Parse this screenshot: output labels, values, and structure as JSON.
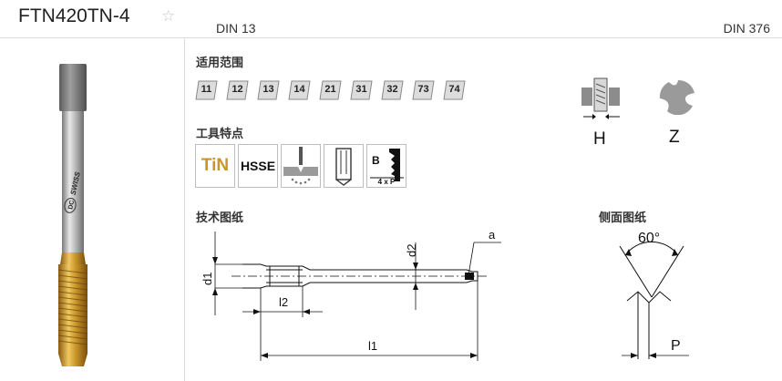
{
  "header": {
    "title": "FTN420TN-4",
    "favorite_icon": "star-outline-icon",
    "standard_left": "DIN 13",
    "standard_right": "DIN 376"
  },
  "product_image": {
    "brand_lettering": "DC SWISS"
  },
  "application": {
    "heading": "适用范围",
    "codes": [
      "11",
      "12",
      "13",
      "14",
      "21",
      "31",
      "32",
      "73",
      "74"
    ]
  },
  "machining": {
    "h_label": "H",
    "z_label": "Z"
  },
  "features": {
    "heading": "工具特点",
    "tin_label": "TiN",
    "hsse_label": "HSSE",
    "chamfer_label": "B",
    "chamfer_sub": "4 x P"
  },
  "drawing": {
    "heading": "技术图纸",
    "d1": "d1",
    "d2": "d2",
    "l1": "l1",
    "l2": "l2",
    "a": "a"
  },
  "side_view": {
    "heading": "侧面图纸",
    "angle": "60°",
    "p": "P"
  },
  "colors": {
    "coating_gold": "#c8962a",
    "shank_gray": "#9a9a9a"
  }
}
